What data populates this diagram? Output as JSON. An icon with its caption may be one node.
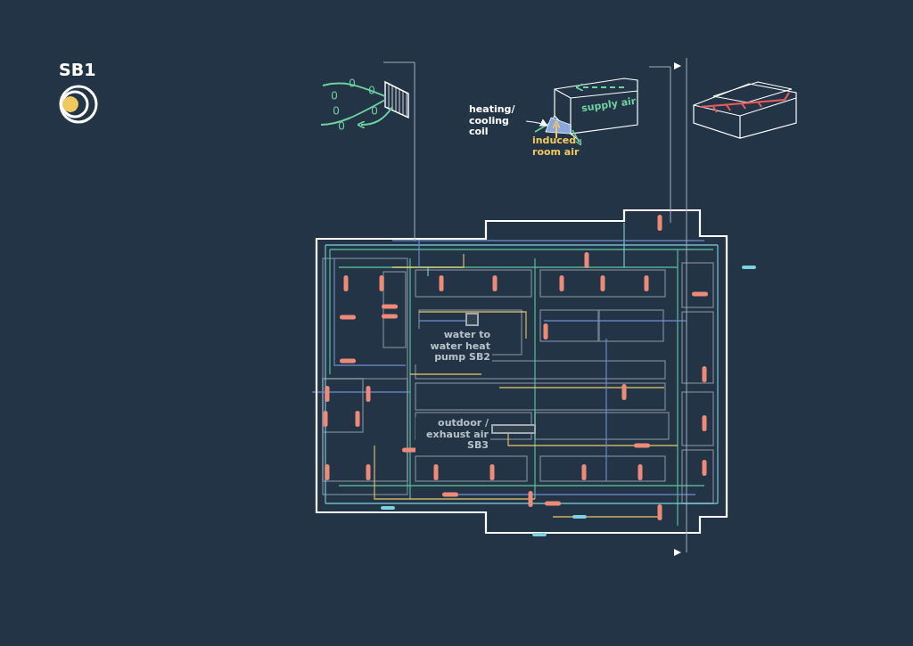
{
  "diagram": {
    "nodes": [
      {
        "text": [
          "heating/ cooling coil"
        ]
      },
      {
        "text": [],
        "shape": "picture"
      },
      {
        "text": [
          "water to water heat pump SB2"
        ]
      },
      {
        "text": [
          "outdoor / exhaust air SB3"
        ]
      }
    ],
    "edges": [
      {
        "from": 0,
        "to": 1,
        "arrow": "to"
      }
    ],
    "labels": [
      "SB1",
      "supply air",
      "induced room air"
    ]
  }
}
